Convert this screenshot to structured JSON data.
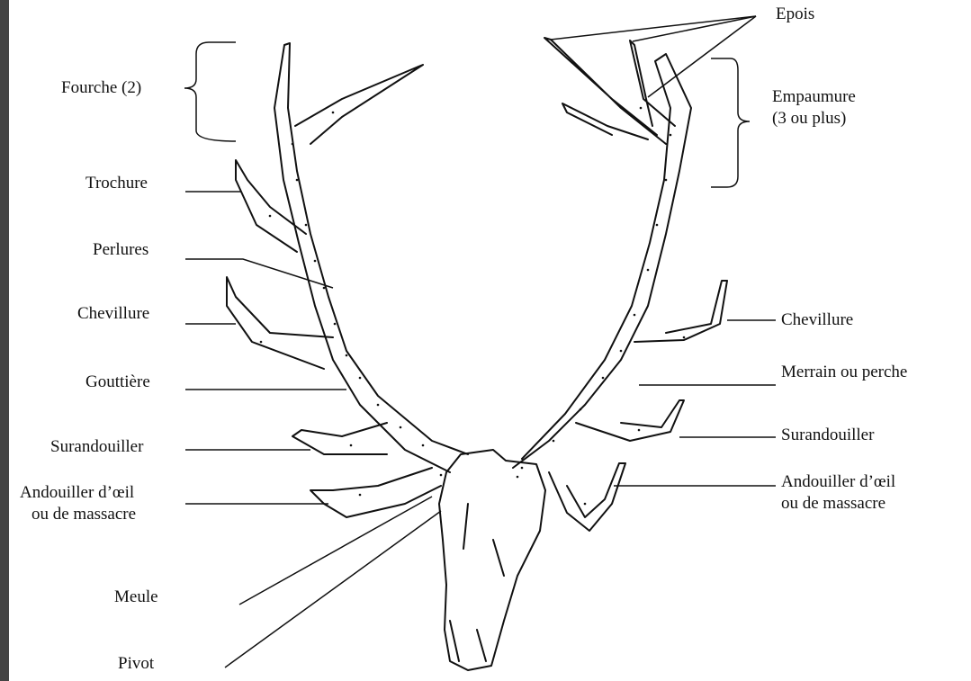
{
  "labels": {
    "epois": "Epois",
    "fourche": "Fourche (2)",
    "empaumure_1": "Empaumure",
    "empaumure_2": "(3 ou plus)",
    "trochure": "Trochure",
    "perlures": "Perlures",
    "chevillure_left": "Chevillure",
    "chevillure_right": "Chevillure",
    "gouttiere": "Gouttière",
    "merrain": "Merrain ou perche",
    "surandouiller_left": "Surandouiller",
    "surandouiller_right": "Surandouiller",
    "andouiller_left_1": "Andouiller d’œil",
    "andouiller_left_2": "ou de massacre",
    "andouiller_right_1": "Andouiller d’œil",
    "andouiller_right_2": "ou de massacre",
    "meule": "Meule",
    "pivot": "Pivot"
  },
  "colors": {
    "ink": "#111111",
    "frame": "#444444",
    "background": "#ffffff"
  }
}
